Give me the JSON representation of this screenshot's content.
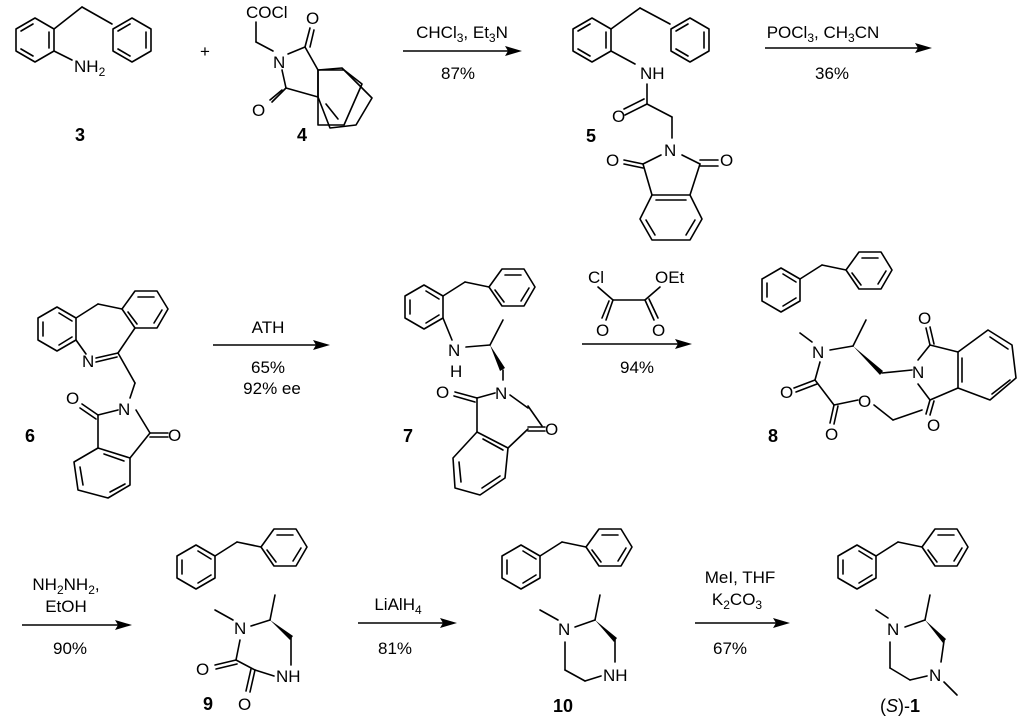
{
  "title": "Synthesis of (S)-mirtazapine analogue",
  "compounds": [
    {
      "id": "3",
      "label": "3",
      "atoms": [
        "NH2"
      ]
    },
    {
      "id": "4",
      "label": "4",
      "atoms": [
        "COCl",
        "N",
        "O",
        "O"
      ]
    },
    {
      "id": "5",
      "label": "5",
      "atoms": [
        "NH",
        "O",
        "N",
        "O",
        "O"
      ]
    },
    {
      "id": "6",
      "label": "6",
      "atoms": [
        "N",
        "N",
        "O",
        "O"
      ]
    },
    {
      "id": "7",
      "label": "7",
      "atoms": [
        "N",
        "H",
        "N",
        "O",
        "O"
      ]
    },
    {
      "id": "8",
      "label": "8",
      "atoms": [
        "N",
        "O",
        "O",
        "O",
        "N",
        "O",
        "O"
      ]
    },
    {
      "id": "9",
      "label": "9",
      "atoms": [
        "N",
        "O",
        "NH",
        "O"
      ]
    },
    {
      "id": "10",
      "label": "10",
      "atoms": [
        "N",
        "NH"
      ]
    },
    {
      "id": "S1",
      "label_prefix": "(",
      "label_italic": "S",
      "label_mid": ")-",
      "label_bold": "1",
      "atoms": [
        "N",
        "N"
      ]
    }
  ],
  "plus_sign": "+",
  "reagent_oxalyl": {
    "left": "Cl",
    "right": "OEt",
    "o1": "O",
    "o2": "O"
  },
  "steps": [
    {
      "from": "3+4",
      "to": "5",
      "reagents": "CHCl3, Et3N",
      "reagents_parts": [
        "CHCl",
        "3",
        ", Et",
        "3",
        "N"
      ],
      "yield": "87%"
    },
    {
      "from": "5",
      "to": "6",
      "reagents": "POCl3, CH3CN",
      "reagents_parts": [
        "POCl",
        "3",
        ", CH",
        "3",
        "CN"
      ],
      "yield": "36%"
    },
    {
      "from": "6",
      "to": "7",
      "reagents": "ATH",
      "yield": "65%",
      "ee": "92% ee"
    },
    {
      "from": "7",
      "to": "8",
      "reagents": "ethyl chlorooxoacetate",
      "yield": "94%"
    },
    {
      "from": "8",
      "to": "9",
      "reagents_line1": "NH2NH2,",
      "reagents_line1_parts": [
        "NH",
        "2",
        "NH",
        "2",
        ","
      ],
      "reagents_line2": "EtOH",
      "yield": "90%"
    },
    {
      "from": "9",
      "to": "10",
      "reagents": "LiAlH4",
      "reagents_parts": [
        "LiAlH",
        "4"
      ],
      "yield": "81%"
    },
    {
      "from": "10",
      "to": "(S)-1",
      "reagents_line1": "MeI, THF",
      "reagents_line2": "K2CO3",
      "reagents_line2_parts": [
        "K",
        "2",
        "CO",
        "3"
      ],
      "yield": "67%"
    }
  ]
}
